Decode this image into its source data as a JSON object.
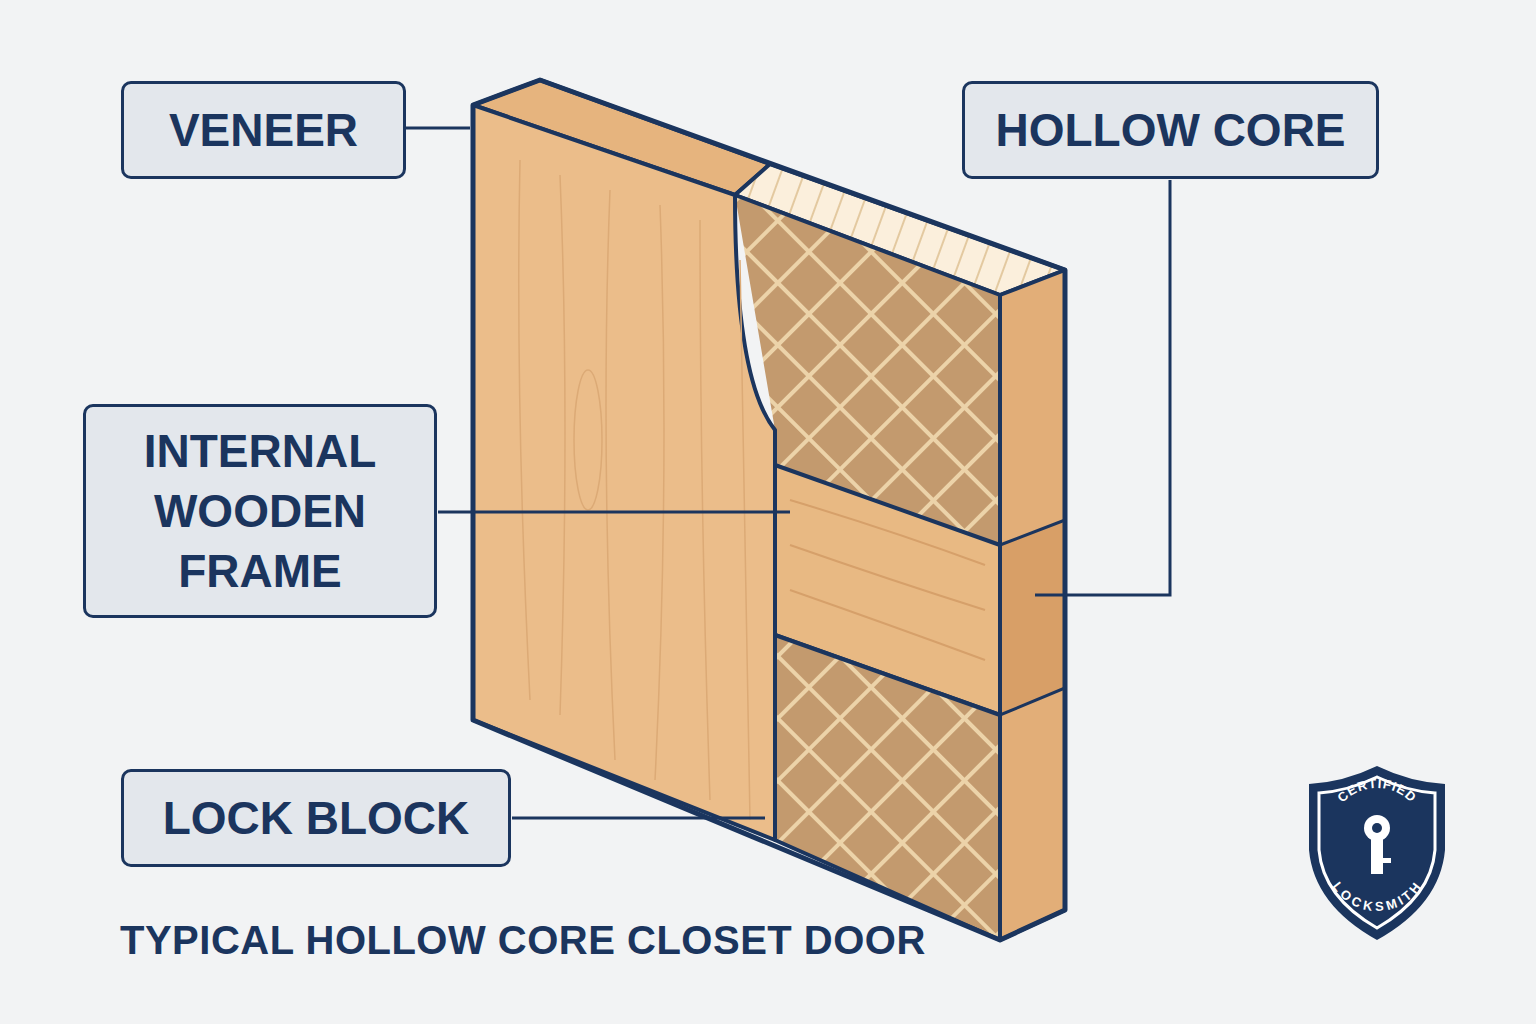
{
  "diagram": {
    "title": "TYPICAL HOLLOW CORE CLOSET DOOR",
    "nodes": [
      {
        "text": [
          "VENEER"
        ]
      },
      {
        "text": [
          "HOLLOW CORE"
        ]
      },
      {
        "text": [
          "INTERNAL WOODEN FRAME"
        ]
      },
      {
        "text": [
          "LOCK BLOCK"
        ]
      }
    ],
    "labels": [
      "CERTIFIED",
      "LOCKSMITH"
    ]
  }
}
